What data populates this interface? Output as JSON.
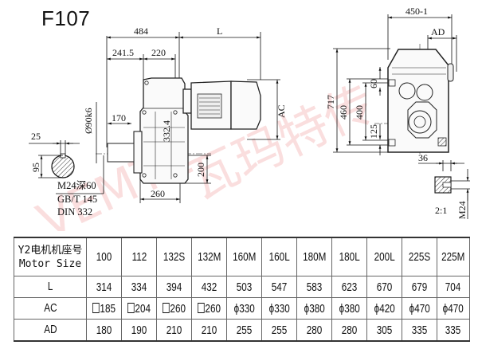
{
  "title": "F107",
  "side_view": {
    "dims": {
      "overall_484": "484",
      "L": "L",
      "d_241_5": "241.5",
      "d_220": "220",
      "shaft_dia": "Ø90k6",
      "d_170": "170",
      "d_332_4": "332.4",
      "d_200": "200",
      "d_260": "260",
      "AC": "AC"
    }
  },
  "shaft_section": {
    "d_25": "25",
    "d_95": "95",
    "thread_note": "M24深60",
    "standard_1": "GB/T 145",
    "standard_2": "DIN 332"
  },
  "front_view": {
    "dims": {
      "width_450": "450-1",
      "AD": "AD",
      "h_717": "717",
      "h_460": "460",
      "h_400": "400",
      "h_60": "60",
      "h_125": "125"
    }
  },
  "detail_view": {
    "d_36": "36",
    "scale": "2:1",
    "thread": "M24"
  },
  "watermark": "VEMTE瓦玛特传动",
  "table": {
    "header_label_cn": "Y2电机机座号",
    "header_label_en": "Motor Size",
    "motor_sizes": [
      "100",
      "112",
      "132S",
      "132M",
      "160M",
      "160L",
      "180M",
      "180L",
      "200L",
      "225S",
      "225M"
    ],
    "rows": [
      {
        "label": "L",
        "values": [
          "314",
          "334",
          "394",
          "432",
          "503",
          "547",
          "583",
          "623",
          "670",
          "679",
          "704"
        ]
      },
      {
        "label": "AC",
        "values": [
          "185",
          "204",
          "260",
          "260",
          "ϕ330",
          "ϕ330",
          "ϕ380",
          "ϕ380",
          "ϕ420",
          "ϕ470",
          "ϕ470"
        ],
        "square_prefix": [
          true,
          true,
          true,
          true,
          false,
          false,
          false,
          false,
          false,
          false,
          false
        ]
      },
      {
        "label": "AD",
        "values": [
          "180",
          "190",
          "210",
          "210",
          "255",
          "255",
          "280",
          "280",
          "305",
          "335",
          "335"
        ]
      }
    ]
  }
}
